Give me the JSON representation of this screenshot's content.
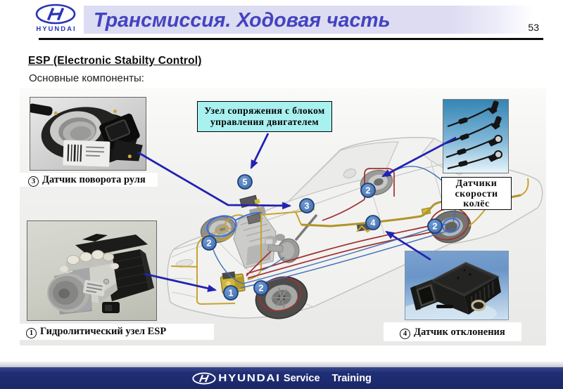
{
  "header": {
    "brand_name": "HYUNDAI",
    "title": "Трансмиссия. Ходовая часть",
    "page_number": "53"
  },
  "content": {
    "heading": "ESP (Electronic Stabilty Control)",
    "subheading": "Основные компоненты:"
  },
  "callout": {
    "line1": "Узел сопряжения с блоком",
    "line2": "управления двигателем"
  },
  "wheel_sensor_label": {
    "line1": "Датчики",
    "line2": "скорости",
    "line3": "колёс"
  },
  "captions": {
    "steering_sensor": {
      "number": "3",
      "text": "Датчик поворота руля"
    },
    "hydraulic_unit": {
      "number": "1",
      "text": "Гидролитический узел ESP"
    },
    "yaw_sensor": {
      "number": "4",
      "text": "Датчик отклонения"
    }
  },
  "diagram": {
    "badges": [
      {
        "id": "esp-hydraulic-unit",
        "number": "1"
      },
      {
        "id": "wheel-speed-front-far",
        "number": "2"
      },
      {
        "id": "wheel-speed-front-near",
        "number": "2"
      },
      {
        "id": "wheel-speed-rear-far",
        "number": "2"
      },
      {
        "id": "wheel-speed-rear-near",
        "number": "2"
      },
      {
        "id": "steering-angle-sensor",
        "number": "3"
      },
      {
        "id": "yaw-rate-sensor",
        "number": "4"
      },
      {
        "id": "engine-ecu-interface",
        "number": "5"
      }
    ]
  },
  "footer": {
    "brand_name": "HYUNDAI",
    "service": "Service",
    "training": "Training"
  },
  "colors": {
    "title_blue": "#4343c0",
    "arrow_blue": "#2222b2",
    "callout_bg": "#a9f0f0",
    "badge_fill": "#4d80c4",
    "badge_stroke": "#1e3f77",
    "footer_navy": "#1b2768",
    "wire_yellow": "#c8a42c",
    "wire_red": "#a03030",
    "wire_blue": "#3a6fd8"
  }
}
